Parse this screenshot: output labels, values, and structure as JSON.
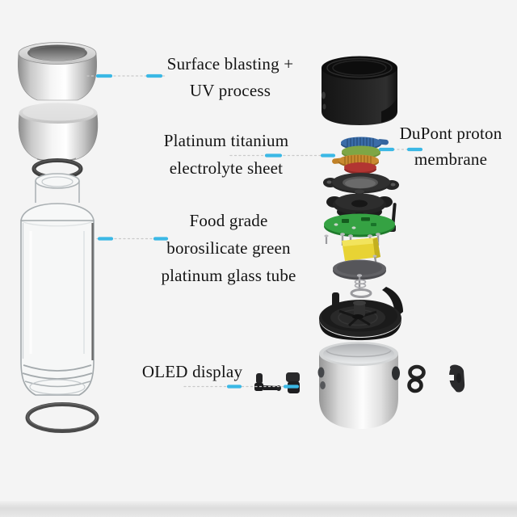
{
  "page": {
    "background": "#f4f4f4",
    "floor_shade": "#dcdcdc"
  },
  "palette": {
    "accent_cyan": "#3bb8e5",
    "text": "#141414",
    "black_part": "#1d1d1d",
    "silver_light": "#f2f2f2",
    "silver_dark": "#8e8e8e",
    "pcb_green": "#2f9e3c",
    "battery_yellow": "#e8d334",
    "disc_blue": "#35659e",
    "disc_green": "#7aa23f",
    "disc_orange": "#c08127",
    "disc_red": "#ad3230"
  },
  "labels": {
    "surface": {
      "line1": "Surface blasting +",
      "line2": "UV process"
    },
    "electrolyte": {
      "line1": "Platinum titanium",
      "line2": "electrolyte sheet"
    },
    "membrane": {
      "line1": "DuPont proton",
      "line2": "membrane"
    },
    "glass": {
      "line1": "Food grade",
      "line2": "borosilicate green",
      "line3": "platinum glass tube"
    },
    "oled": {
      "line1": "OLED display"
    }
  }
}
